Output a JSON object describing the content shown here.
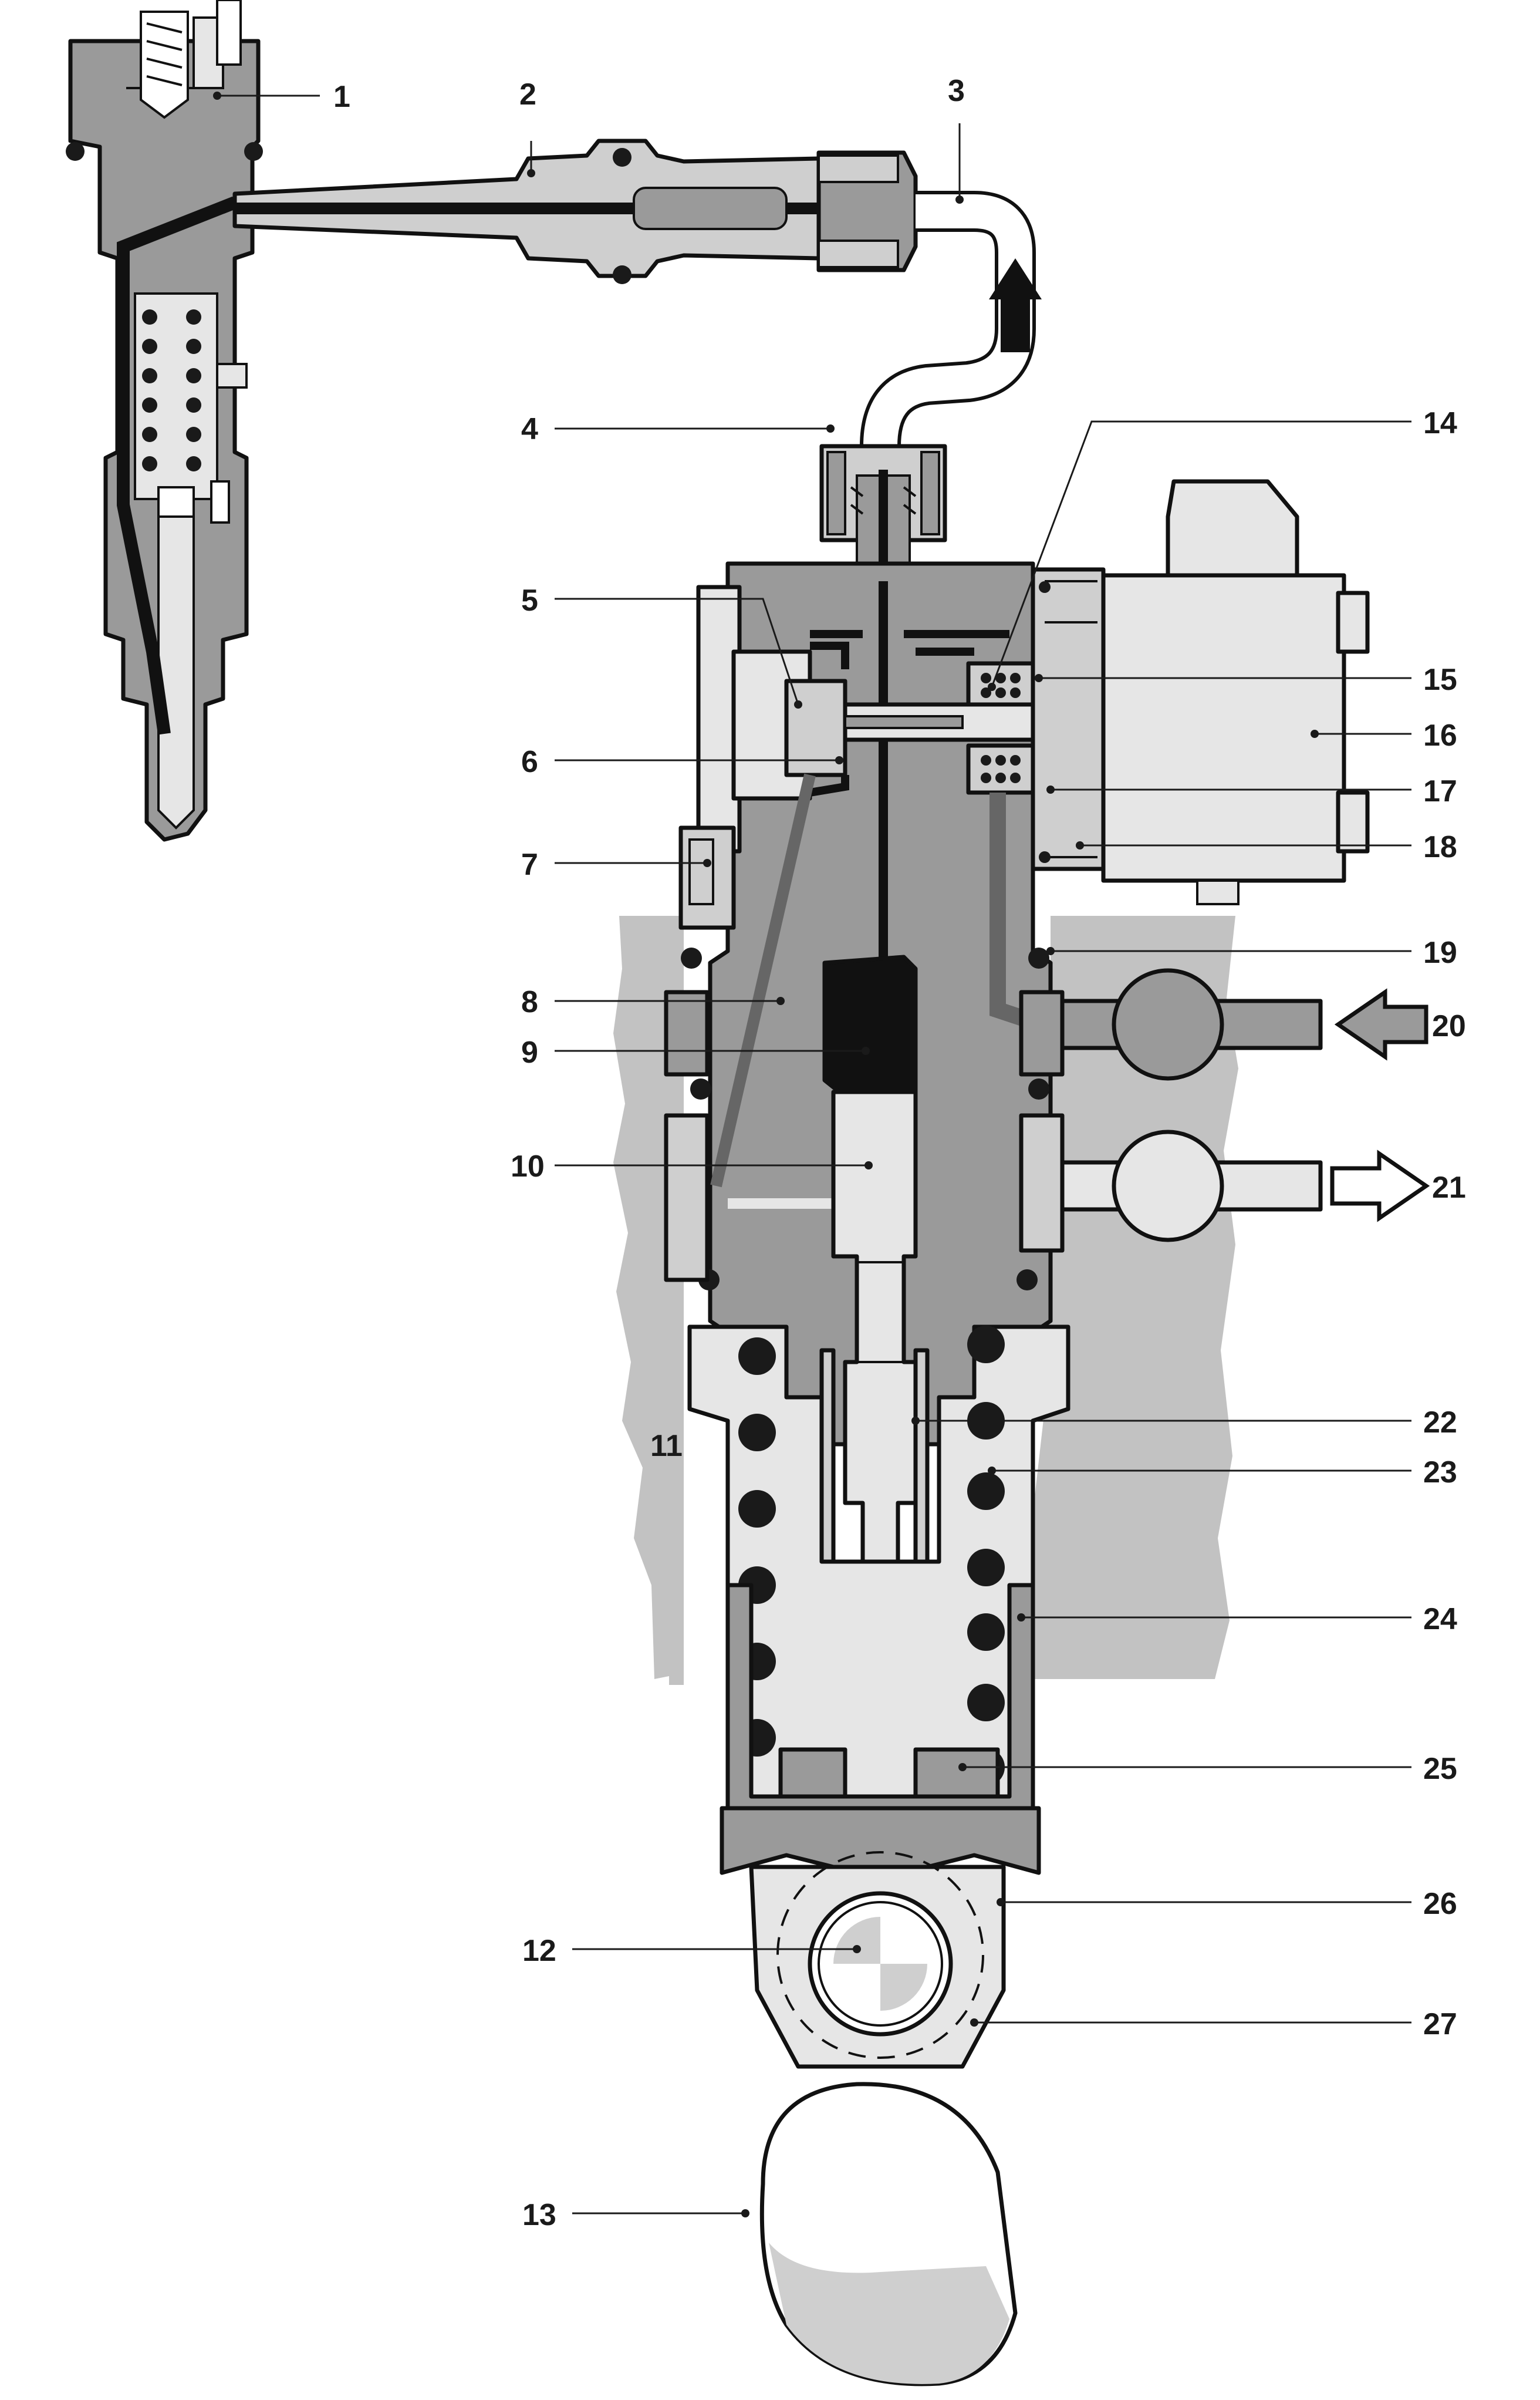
{
  "colors": {
    "body_gray": "#9a9a9a",
    "light_gray": "#cfcfcf",
    "pale_gray": "#e6e6e6",
    "engine_block": "#c2c2c2",
    "fuel_black": "#111111",
    "outline": "#111111",
    "background": "#ffffff"
  },
  "labels": [
    {
      "id": "1",
      "text": "1"
    },
    {
      "id": "2",
      "text": "2"
    },
    {
      "id": "3",
      "text": "3"
    },
    {
      "id": "4",
      "text": "4"
    },
    {
      "id": "5",
      "text": "5"
    },
    {
      "id": "6",
      "text": "6"
    },
    {
      "id": "7",
      "text": "7"
    },
    {
      "id": "8",
      "text": "8"
    },
    {
      "id": "9",
      "text": "9"
    },
    {
      "id": "10",
      "text": "10"
    },
    {
      "id": "11",
      "text": "11"
    },
    {
      "id": "12",
      "text": "12"
    },
    {
      "id": "13",
      "text": "13"
    },
    {
      "id": "14",
      "text": "14"
    },
    {
      "id": "15",
      "text": "15"
    },
    {
      "id": "16",
      "text": "16"
    },
    {
      "id": "17",
      "text": "17"
    },
    {
      "id": "18",
      "text": "18"
    },
    {
      "id": "19",
      "text": "19"
    },
    {
      "id": "20",
      "text": "20"
    },
    {
      "id": "21",
      "text": "21"
    },
    {
      "id": "22",
      "text": "22"
    },
    {
      "id": "23",
      "text": "23"
    },
    {
      "id": "24",
      "text": "24"
    },
    {
      "id": "25",
      "text": "25"
    },
    {
      "id": "26",
      "text": "26"
    },
    {
      "id": "27",
      "text": "27"
    }
  ]
}
